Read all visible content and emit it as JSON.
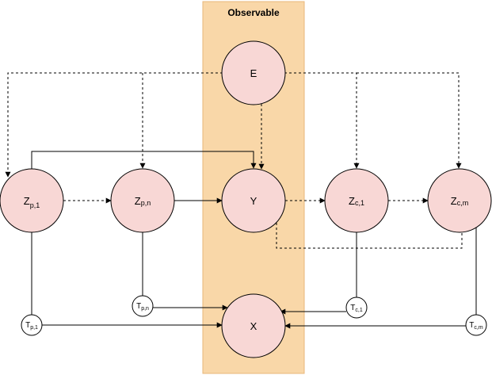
{
  "band": {
    "title": "Observable",
    "fill": "#f9d7a8",
    "stroke": "#e8b77a"
  },
  "nodes": {
    "E": {
      "base": "E"
    },
    "Y": {
      "base": "Y"
    },
    "X": {
      "base": "X"
    },
    "Zp1": {
      "base": "Z",
      "sub": "p,1"
    },
    "Zpn": {
      "base": "Z",
      "sub": "p,n"
    },
    "Zc1": {
      "base": "Z",
      "sub": "c,1"
    },
    "Zcm": {
      "base": "Z",
      "sub": "c,m"
    },
    "Tp1": {
      "base": "T",
      "sub": "p,1"
    },
    "Tpn": {
      "base": "T",
      "sub": "p,n"
    },
    "Tc1": {
      "base": "T",
      "sub": "c,1"
    },
    "Tcm": {
      "base": "T",
      "sub": "c,m"
    }
  },
  "colors": {
    "node_fill": "#f8d7d5",
    "edge": "#000000"
  }
}
